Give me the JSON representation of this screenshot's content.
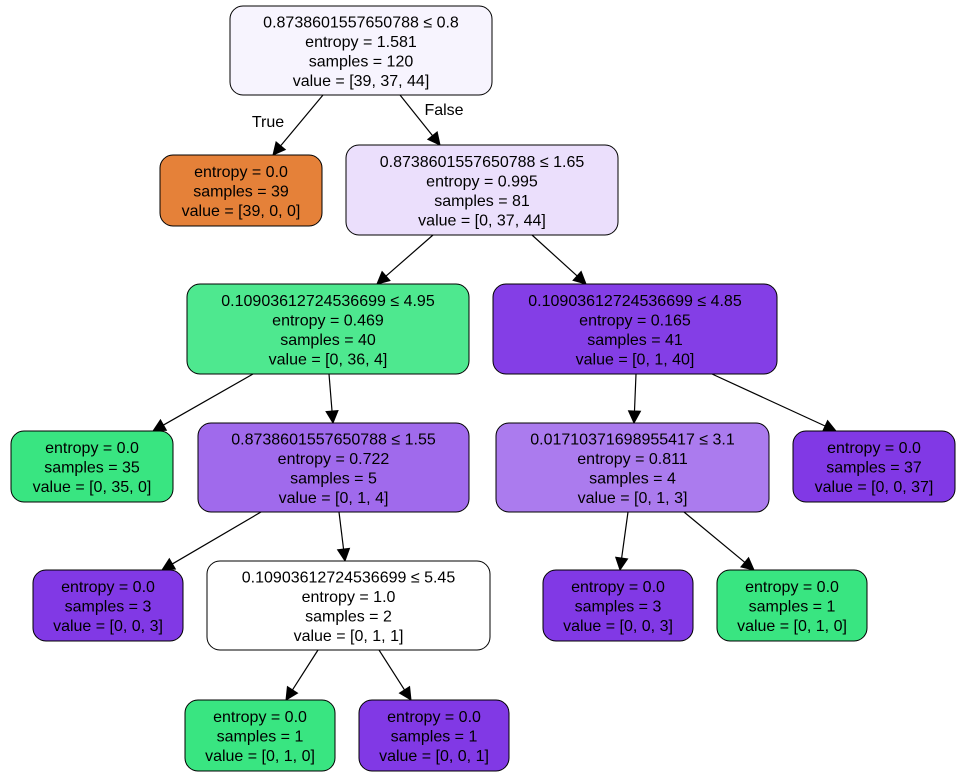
{
  "tree": {
    "nodes": [
      {
        "id": "n0",
        "lines": [
          "0.8738601557650788 ≤ 0.8",
          "entropy = 1.581",
          "samples = 120",
          "value = [39, 37, 44]"
        ],
        "fill": "#f7f4fe"
      },
      {
        "id": "n1",
        "lines": [
          "entropy = 0.0",
          "samples = 39",
          "value = [39, 0, 0]"
        ],
        "fill": "#e58139"
      },
      {
        "id": "n2",
        "lines": [
          "0.8738601557650788 ≤ 1.65",
          "entropy = 0.995",
          "samples = 81",
          "value = [0, 37, 44]"
        ],
        "fill": "#ebdffc"
      },
      {
        "id": "n3",
        "lines": [
          "0.10903612724536699 ≤ 4.95",
          "entropy = 0.469",
          "samples = 40",
          "value = [0, 36, 4]"
        ],
        "fill": "#4ee88f"
      },
      {
        "id": "n4",
        "lines": [
          "0.10903612724536699 ≤ 4.85",
          "entropy = 0.165",
          "samples = 41",
          "value = [0, 1, 40]"
        ],
        "fill": "#843ee6"
      },
      {
        "id": "n5",
        "lines": [
          "entropy = 0.0",
          "samples = 35",
          "value = [0, 35, 0]"
        ],
        "fill": "#39e581"
      },
      {
        "id": "n6",
        "lines": [
          "0.8738601557650788 ≤ 1.55",
          "entropy = 0.722",
          "samples = 5",
          "value = [0, 1, 4]"
        ],
        "fill": "#a06aec"
      },
      {
        "id": "n7",
        "lines": [
          "0.01710371698955417 ≤ 3.1",
          "entropy = 0.811",
          "samples = 4",
          "value = [0, 1, 3]"
        ],
        "fill": "#ab7bee"
      },
      {
        "id": "n8",
        "lines": [
          "entropy = 0.0",
          "samples = 37",
          "value = [0, 0, 37]"
        ],
        "fill": "#8139e5"
      },
      {
        "id": "n9",
        "lines": [
          "entropy = 0.0",
          "samples = 3",
          "value = [0, 0, 3]"
        ],
        "fill": "#8139e5"
      },
      {
        "id": "n10",
        "lines": [
          "0.10903612724536699 ≤ 5.45",
          "entropy = 1.0",
          "samples = 2",
          "value = [0, 1, 1]"
        ],
        "fill": "#ffffff"
      },
      {
        "id": "n11",
        "lines": [
          "entropy = 0.0",
          "samples = 3",
          "value = [0, 0, 3]"
        ],
        "fill": "#8139e5"
      },
      {
        "id": "n12",
        "lines": [
          "entropy = 0.0",
          "samples = 1",
          "value = [0, 1, 0]"
        ],
        "fill": "#39e581"
      },
      {
        "id": "n13",
        "lines": [
          "entropy = 0.0",
          "samples = 1",
          "value = [0, 1, 0]"
        ],
        "fill": "#39e581"
      },
      {
        "id": "n14",
        "lines": [
          "entropy = 0.0",
          "samples = 1",
          "value = [0, 0, 1]"
        ],
        "fill": "#8139e5"
      }
    ],
    "edges": [
      {
        "from": "n0",
        "to": "n1",
        "label": "True"
      },
      {
        "from": "n0",
        "to": "n2",
        "label": "False"
      },
      {
        "from": "n2",
        "to": "n3",
        "label": ""
      },
      {
        "from": "n2",
        "to": "n4",
        "label": ""
      },
      {
        "from": "n3",
        "to": "n5",
        "label": ""
      },
      {
        "from": "n3",
        "to": "n6",
        "label": ""
      },
      {
        "from": "n4",
        "to": "n7",
        "label": ""
      },
      {
        "from": "n4",
        "to": "n8",
        "label": ""
      },
      {
        "from": "n6",
        "to": "n9",
        "label": ""
      },
      {
        "from": "n6",
        "to": "n10",
        "label": ""
      },
      {
        "from": "n7",
        "to": "n11",
        "label": ""
      },
      {
        "from": "n7",
        "to": "n12",
        "label": ""
      },
      {
        "from": "n10",
        "to": "n13",
        "label": ""
      },
      {
        "from": "n10",
        "to": "n14",
        "label": ""
      }
    ]
  }
}
